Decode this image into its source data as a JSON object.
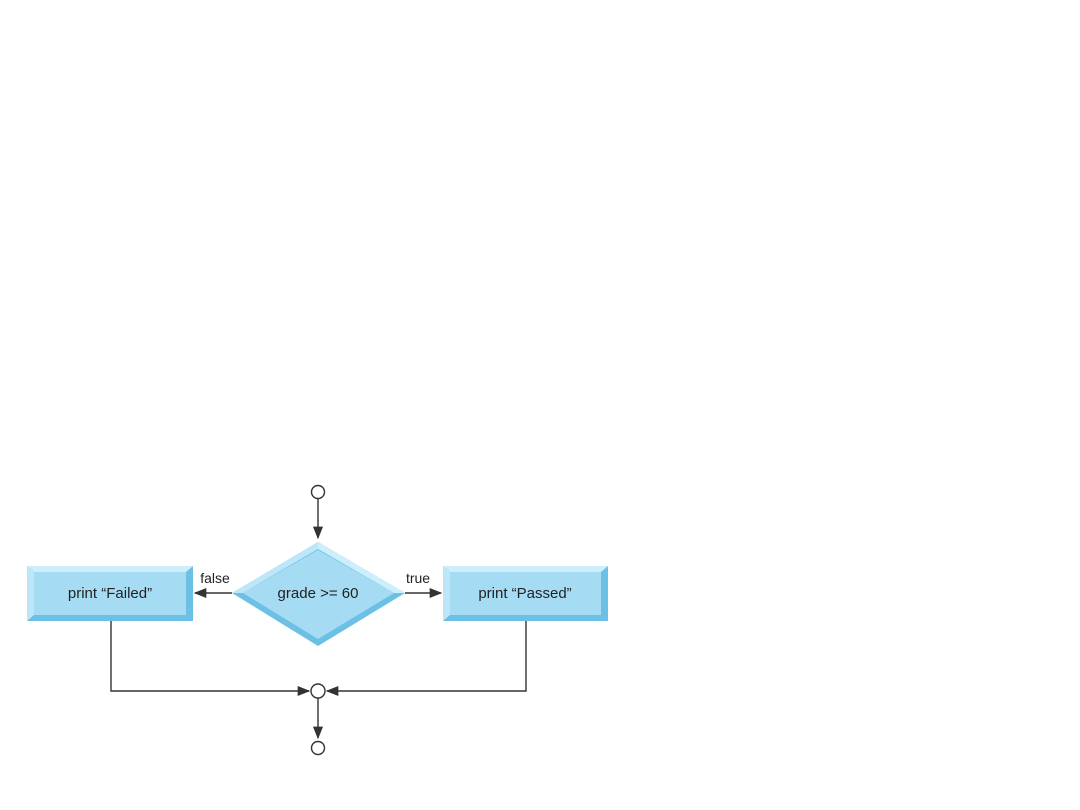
{
  "decision": {
    "condition": "grade >= 60"
  },
  "branches": {
    "false_label": "false",
    "true_label": "true"
  },
  "actions": {
    "failed_text": "print “Failed”",
    "passed_text": "print “Passed”"
  },
  "colors": {
    "box_face": "#a6dcf3",
    "box_bevel_light": "#cdeefb",
    "box_bevel_dark": "#6cc0e6",
    "line": "#333333"
  }
}
